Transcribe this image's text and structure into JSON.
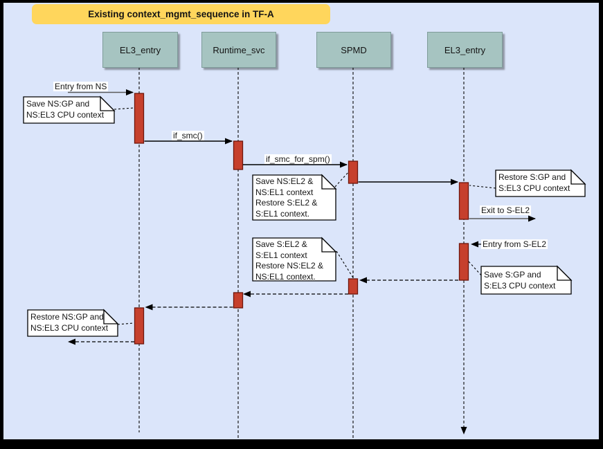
{
  "title": "Existing context_mgmt_sequence in TF-A",
  "colors": {
    "page_border": "#000000",
    "canvas_background": "#dbe5fa",
    "title_fill": "#ffd65c",
    "actor_fill": "#a6c4c1",
    "activation_fill": "#c6402d",
    "activation_border": "#6f150b",
    "note_fill": "#ffffff",
    "line_color": "#000000"
  },
  "actors": [
    {
      "label": "EL3_entry"
    },
    {
      "label": "Runtime_svc"
    },
    {
      "label": "SPMD"
    },
    {
      "label": "EL3_entry"
    }
  ],
  "messages": {
    "entry_from_ns": "Entry from NS",
    "if_smc": "if_smc()",
    "if_smc_for_spm": "if_smc_for_spm()",
    "exit_to_s_el2": "Exit to S-EL2",
    "entry_from_s_el2": "Entry from S-EL2"
  },
  "notes": {
    "save_ns_gp": {
      "lines": [
        "Save NS:GP and",
        "NS:EL3 CPU context"
      ]
    },
    "save_ns_el2": {
      "lines": [
        "Save NS:EL2 &",
        "NS:EL1 context",
        "Restore S:EL2 &",
        "S:EL1 context."
      ]
    },
    "restore_s_gp": {
      "lines": [
        "Restore S:GP and",
        "S:EL3 CPU context"
      ]
    },
    "save_s_el2": {
      "lines": [
        "Save S:EL2 &",
        "S:EL1 context",
        "Restore NS:EL2 &",
        "NS:EL1 context."
      ]
    },
    "save_s_gp": {
      "lines": [
        "Save S:GP and",
        "S:EL3 CPU context"
      ]
    },
    "restore_ns_gp": {
      "lines": [
        "Restore NS:GP and",
        "NS:EL3 CPU context"
      ]
    }
  }
}
